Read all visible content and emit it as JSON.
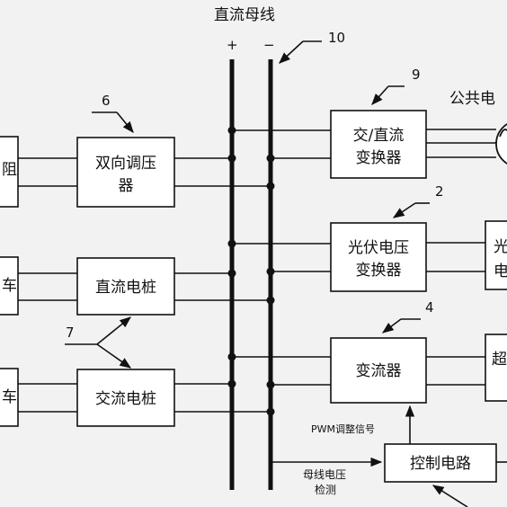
{
  "bus": {
    "title": "直流母线",
    "plus": "+",
    "minus": "−",
    "ref": "10"
  },
  "grid": {
    "label": "公共电"
  },
  "left_boxes": [
    {
      "text": "阻"
    },
    {
      "text": "车"
    },
    {
      "text": "车"
    }
  ],
  "converters": {
    "bidirectional": {
      "ref": "6",
      "line1": "双向调压",
      "line2": "器"
    },
    "dc_pile": {
      "text": "直流电桩"
    },
    "ac_pile": {
      "text": "交流电桩"
    },
    "pile_ref": "7"
  },
  "right_blocks": {
    "acdc": {
      "ref": "9",
      "line1": "交/直流",
      "line2": "变换器"
    },
    "pv": {
      "ref": "2",
      "line1": "光伏电压",
      "line2": "变换器"
    },
    "inverter": {
      "ref": "4",
      "text": "变流器"
    },
    "control": {
      "text": "控制电路"
    }
  },
  "edge_boxes": [
    {
      "line1": "光",
      "line2": "电"
    },
    {
      "text": "超"
    }
  ],
  "signals": {
    "pwm": "PWM调整信号",
    "bus_voltage_line1": "母线电压",
    "bus_voltage_line2": "检测"
  }
}
